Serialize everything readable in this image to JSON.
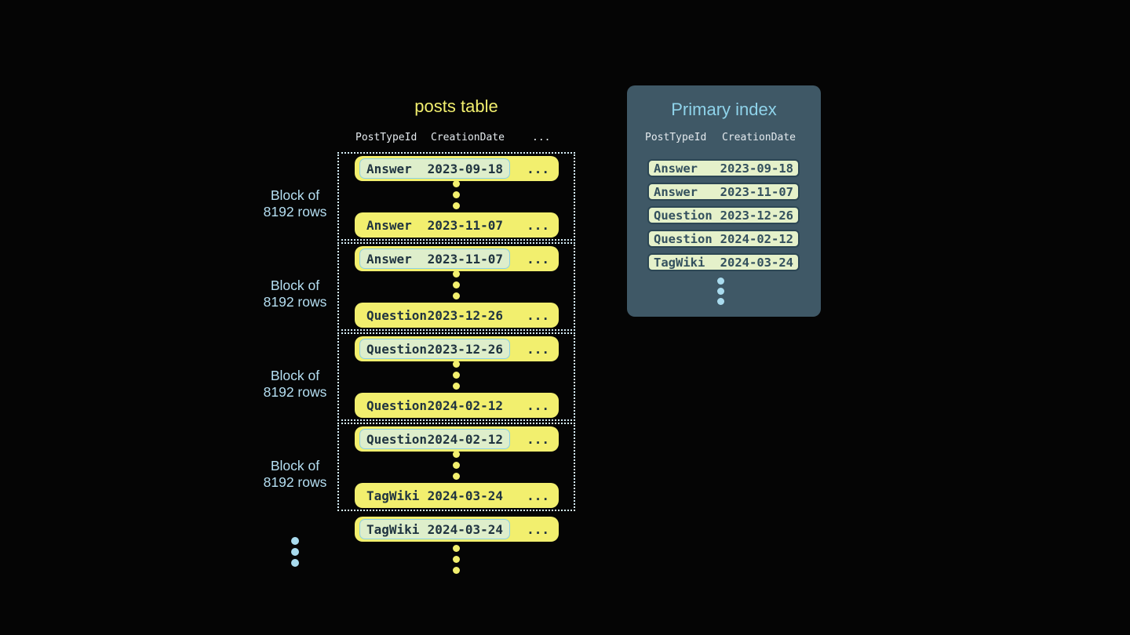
{
  "posts_table": {
    "title": "posts table",
    "headers": [
      "PostTypeId",
      "CreationDate",
      "..."
    ],
    "row_ellipsis": "...",
    "block_label": {
      "line1": "Block of",
      "line2": "8192 rows"
    },
    "blocks": [
      {
        "first": {
          "post_type": "Answer",
          "creation_date": "2023-09-18"
        },
        "last": {
          "post_type": "Answer",
          "creation_date": "2023-11-07"
        }
      },
      {
        "first": {
          "post_type": "Answer",
          "creation_date": "2023-11-07"
        },
        "last": {
          "post_type": "Question",
          "creation_date": "2023-12-26"
        }
      },
      {
        "first": {
          "post_type": "Question",
          "creation_date": "2023-12-26"
        },
        "last": {
          "post_type": "Question",
          "creation_date": "2024-02-12"
        }
      },
      {
        "first": {
          "post_type": "Question",
          "creation_date": "2024-02-12"
        },
        "last": {
          "post_type": "TagWiki",
          "creation_date": "2024-03-24"
        }
      }
    ],
    "next_block_first_row": {
      "post_type": "TagWiki",
      "creation_date": "2024-03-24"
    }
  },
  "primary_index": {
    "title": "Primary index",
    "headers": [
      "PostTypeId",
      "CreationDate"
    ],
    "rows": [
      {
        "post_type": "Answer",
        "creation_date": "2023-09-18"
      },
      {
        "post_type": "Answer",
        "creation_date": "2023-11-07"
      },
      {
        "post_type": "Question",
        "creation_date": "2023-12-26"
      },
      {
        "post_type": "Question",
        "creation_date": "2024-02-12"
      },
      {
        "post_type": "TagWiki",
        "creation_date": "2024-03-24"
      }
    ]
  },
  "colors": {
    "background": "#050505",
    "row_yellow": "#f2ef6e",
    "row_text_dark": "#1f3340",
    "highlight_fill": "#deeecb",
    "highlight_border": "#8ad0e4",
    "dotted_border": "#d6edf6",
    "label_blue": "#b5dff2",
    "panel_bg": "#3f5866",
    "panel_title_blue": "#8fd3ea",
    "index_row_fill": "#e5f1ca",
    "index_row_border": "#2c4654",
    "index_row_text": "#33505e",
    "header_text": "#e4eaee",
    "blue_dot": "#a9dbee",
    "yellow_dot": "#f2ef6e"
  }
}
